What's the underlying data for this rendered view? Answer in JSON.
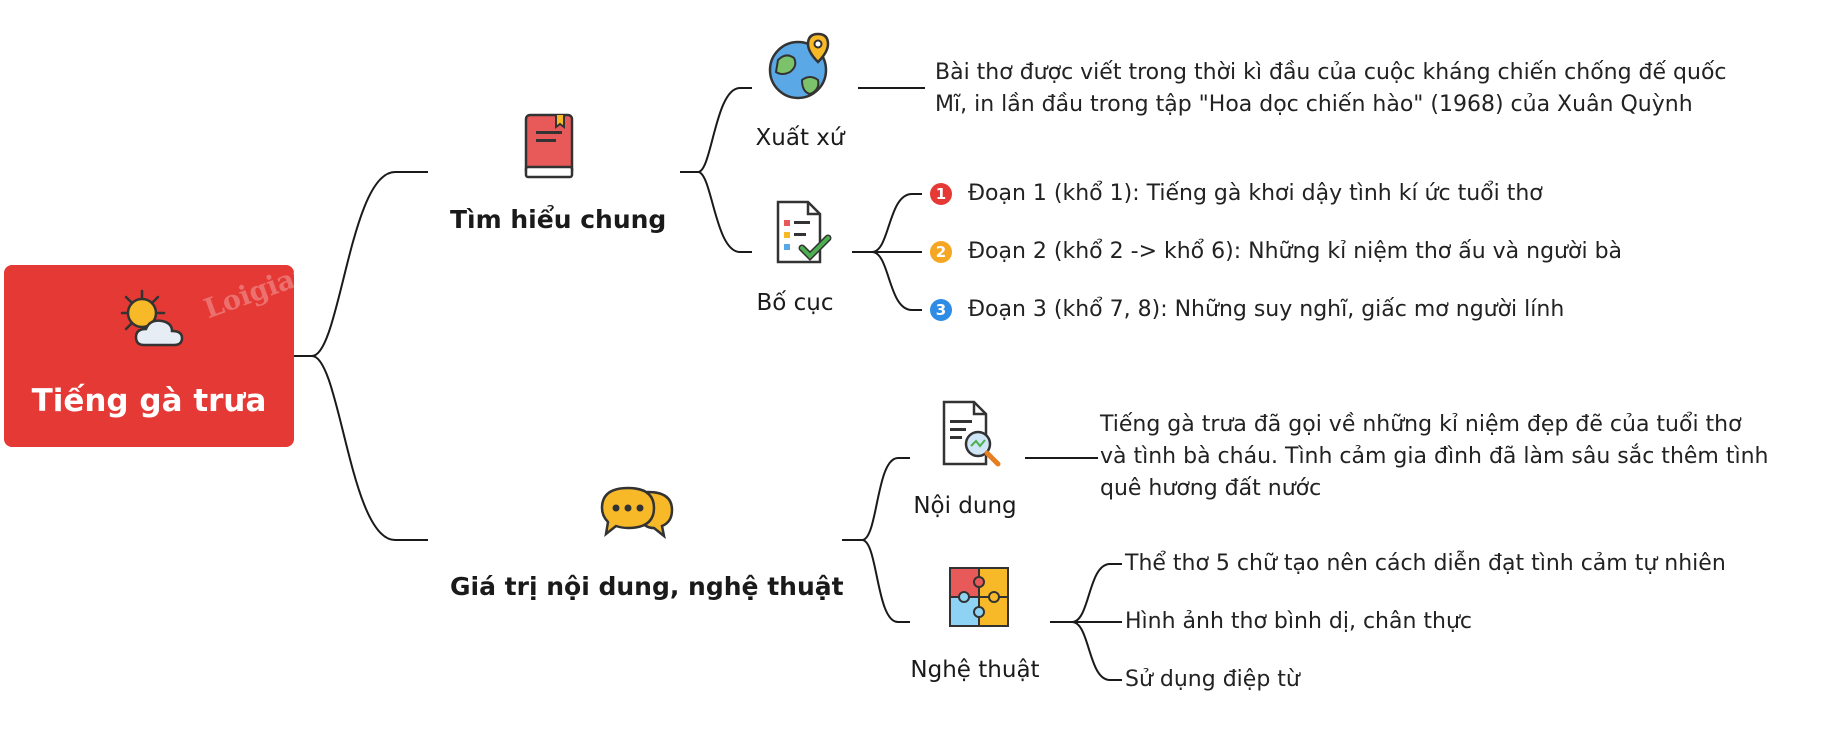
{
  "root": {
    "title": "Tiếng gà trưa",
    "icon": "sun-cloud-icon",
    "watermark": "Loigiai"
  },
  "branches": [
    {
      "label": "Tìm hiểu chung",
      "icon": "book-icon",
      "children": [
        {
          "label": "Xuất xứ",
          "icon": "globe-pin-icon",
          "text": [
            "Bài thơ được viết trong thời kì đầu của cuộc kháng chiến chống đế quốc",
            "Mĩ, in lần đầu trong tập \"Hoa dọc chiến hào\" (1968) của Xuân Quỳnh"
          ]
        },
        {
          "label": "Bố cục",
          "icon": "checklist-icon",
          "items": [
            {
              "number": "1",
              "text": "Đoạn 1 (khổ 1): Tiếng gà khơi dậy tình kí ức tuổi thơ",
              "color": "#e53935"
            },
            {
              "number": "2",
              "text": "Đoạn 2 (khổ 2 -> khổ 6): Những kỉ niệm thơ ấu và người bà",
              "color": "#f5a623"
            },
            {
              "number": "3",
              "text": "Đoạn 3 (khổ 7, 8): Những suy nghĩ, giấc mơ người lính",
              "color": "#2f8ce5"
            }
          ]
        }
      ]
    },
    {
      "label": "Giá trị nội dung, nghệ thuật",
      "icon": "chat-bubbles-icon",
      "children": [
        {
          "label": "Nội dung",
          "icon": "document-search-icon",
          "text": [
            "Tiếng gà trưa đã gọi về những kỉ niệm đẹp đẽ của tuổi thơ",
            "và tình bà cháu. Tình cảm gia đình đã làm sâu sắc thêm tình",
            "quê hương đất nước"
          ]
        },
        {
          "label": "Nghệ thuật",
          "icon": "puzzle-icon",
          "items": [
            {
              "text": "Thể thơ 5 chữ tạo nên cách diễn đạt tình cảm tự nhiên"
            },
            {
              "text": "Hình ảnh thơ bình dị, chân thực"
            },
            {
              "text": "Sử dụng điệp từ"
            }
          ]
        }
      ]
    }
  ],
  "colors": {
    "root_bg": "#e53935",
    "connector": "#1a1a1a",
    "background": "#ffffff"
  }
}
